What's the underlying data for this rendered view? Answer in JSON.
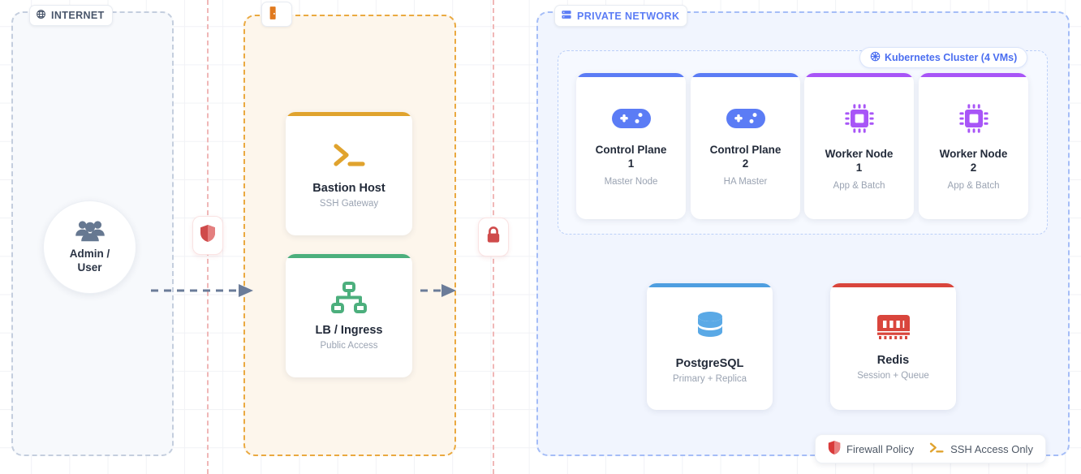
{
  "zones": {
    "internet": {
      "label": "INTERNET",
      "icon": "globe-icon",
      "color": "#c4cede"
    },
    "dmz": {
      "label": "",
      "icon": "door-icon",
      "color": "#eaa940"
    },
    "private": {
      "label": "PRIVATE NETWORK",
      "icon": "server-stack-icon",
      "color": "#5b7cf5"
    }
  },
  "actor": {
    "name": "Admin / User",
    "line1": "Admin /",
    "line2": "User",
    "icon": "users-icon",
    "color": "#667891"
  },
  "dmz_nodes": [
    {
      "title": "Bastion Host",
      "subtitle": "SSH Gateway",
      "icon": "terminal-icon",
      "color": "#e0a32e"
    },
    {
      "title": "LB / Ingress",
      "subtitle": "Public Access",
      "icon": "sitemap-icon",
      "color": "#4caf7d"
    }
  ],
  "kubernetes": {
    "label": "Kubernetes Cluster (4 VMs)",
    "icon": "helm-wheel-icon",
    "color": "#4b6ef0",
    "nodes": [
      {
        "title_line1": "Control Plane",
        "title_line2": "1",
        "subtitle": "Master Node",
        "icon": "gamepad-icon",
        "color": "#5b7cf5"
      },
      {
        "title_line1": "Control Plane",
        "title_line2": "2",
        "subtitle": "HA Master",
        "icon": "gamepad-icon",
        "color": "#5b7cf5"
      },
      {
        "title_line1": "Worker Node",
        "title_line2": "1",
        "subtitle": "App & Batch",
        "icon": "microchip-icon",
        "color": "#a855f7"
      },
      {
        "title_line1": "Worker Node",
        "title_line2": "2",
        "subtitle": "App & Batch",
        "icon": "microchip-icon",
        "color": "#a855f7"
      }
    ]
  },
  "data_stores": [
    {
      "title": "PostgreSQL",
      "subtitle": "Primary + Replica",
      "icon": "database-icon",
      "color": "#5aa9e6"
    },
    {
      "title": "Redis",
      "subtitle": "Session + Queue",
      "icon": "memory-icon",
      "color": "#d9453c"
    }
  ],
  "security_markers": [
    {
      "name": "firewall-shield",
      "icon": "shield-half-icon",
      "color": "#cf4b4b"
    },
    {
      "name": "encrypted-lock",
      "icon": "lock-icon",
      "color": "#cf4b4b"
    }
  ],
  "legend": [
    {
      "label": "Firewall Policy",
      "icon": "shield-half-icon",
      "color": "#d93b3b"
    },
    {
      "label": "SSH Access Only",
      "icon": "terminal-icon",
      "color": "#e0a32e"
    }
  ],
  "flow": {
    "arrow_color": "#6b7c99"
  }
}
